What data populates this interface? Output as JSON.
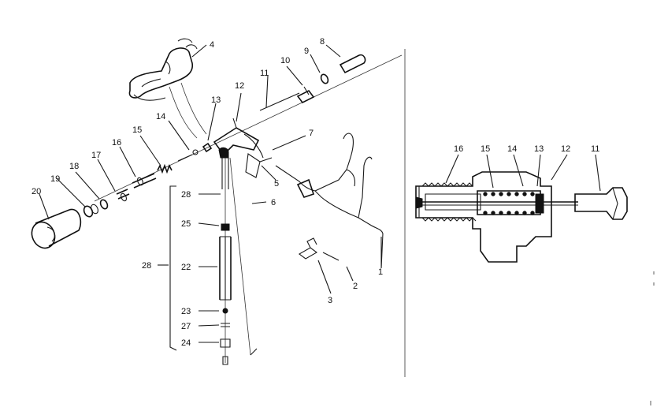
{
  "exploded_labels": [
    "1",
    "2",
    "3",
    "4",
    "5",
    "6",
    "7",
    "8",
    "9",
    "10",
    "11",
    "12",
    "13",
    "14",
    "15",
    "16",
    "17",
    "18",
    "19",
    "20",
    "22",
    "23",
    "24",
    "25",
    "27",
    "28",
    "28"
  ],
  "section_labels": [
    "11",
    "12",
    "13",
    "14",
    "15",
    "16"
  ]
}
